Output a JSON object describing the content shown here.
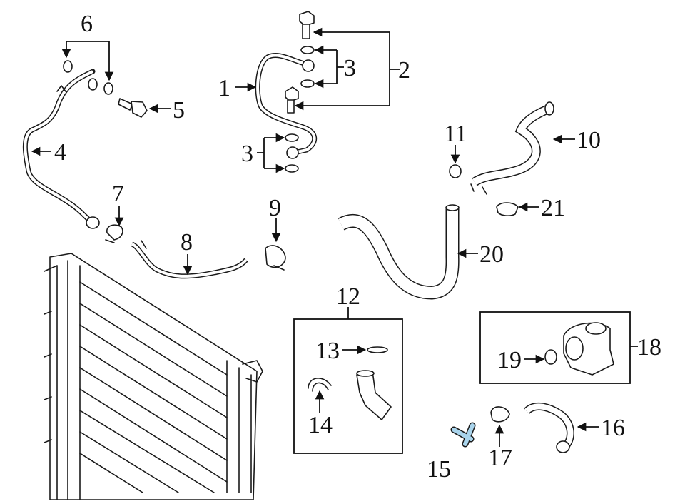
{
  "diagram": {
    "callouts": {
      "c1": "1",
      "c2": "2",
      "c3a": "3",
      "c3b": "3",
      "c4": "4",
      "c5": "5",
      "c6": "6",
      "c7": "7",
      "c8": "8",
      "c9": "9",
      "c10": "10",
      "c11": "11",
      "c12": "12",
      "c13": "13",
      "c14": "14",
      "c15": "15",
      "c16": "16",
      "c17": "17",
      "c18": "18",
      "c19": "19",
      "c20": "20",
      "c21": "21"
    },
    "highlight_color": "#a9d4ec",
    "line_color": "#1a1a1a"
  }
}
